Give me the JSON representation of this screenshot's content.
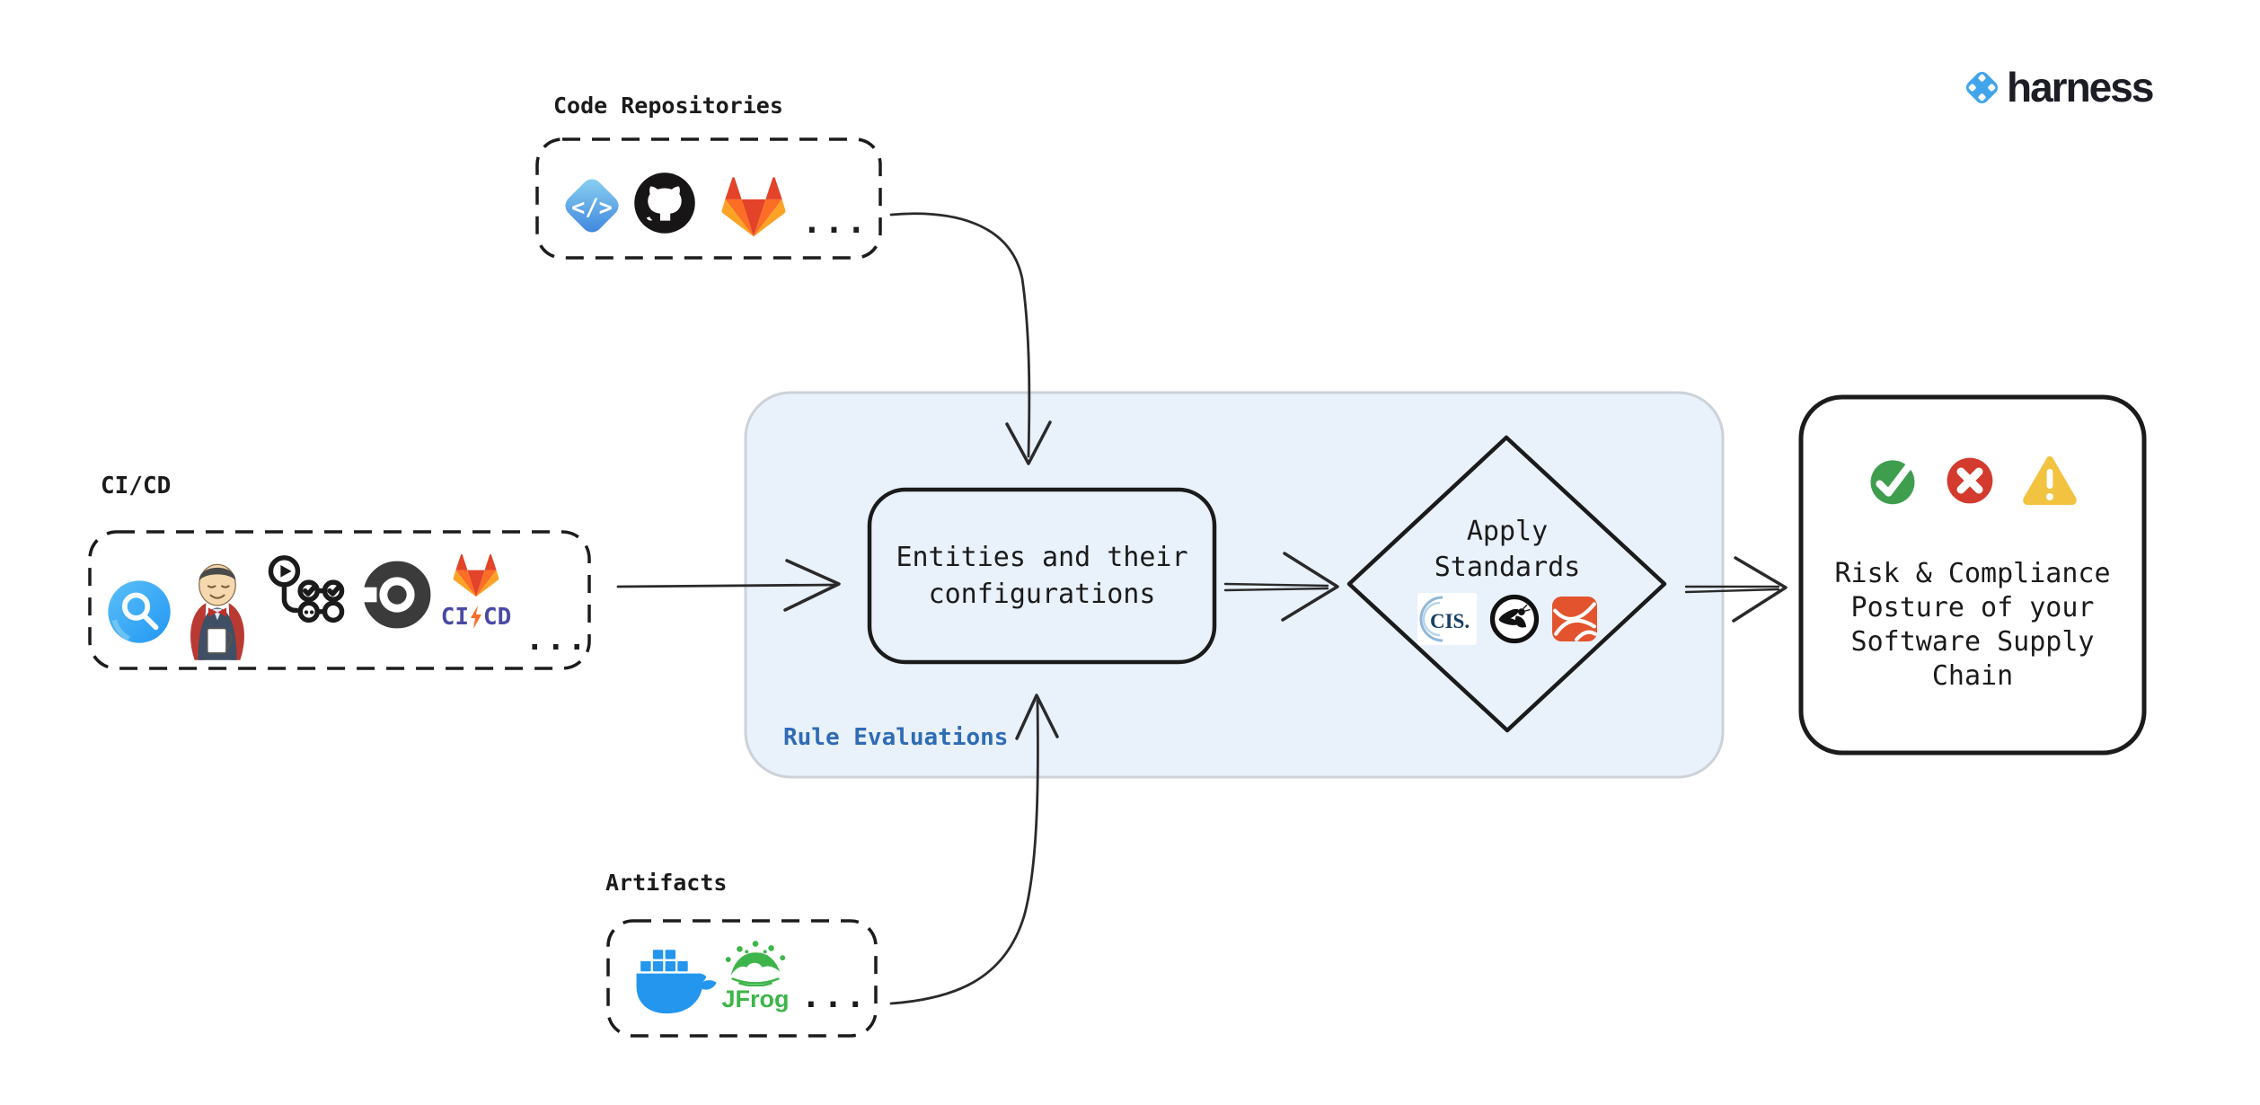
{
  "brand": {
    "name": "harness"
  },
  "groups": {
    "code_repositories": {
      "label": "Code Repositories",
      "code_glyph": "</>",
      "ellipsis": "...",
      "icons": [
        "harness-code",
        "github",
        "gitlab"
      ]
    },
    "cicd": {
      "label": "CI/CD",
      "ellipsis": "...",
      "gitlab_ci": "CI",
      "gitlab_cd": "CD",
      "icons": [
        "harness-ci",
        "jenkins",
        "pipeline-workflow",
        "circleci",
        "gitlab-cicd"
      ]
    },
    "artifacts": {
      "label": "Artifacts",
      "jfrog_word": "JFrog",
      "ellipsis": "...",
      "icons": [
        "docker",
        "jfrog"
      ]
    }
  },
  "rule_evaluations": {
    "label": "Rule Evaluations",
    "entities": {
      "line1": "Entities and their",
      "line2": "configurations"
    },
    "diamond": {
      "line1": "Apply",
      "line2": "Standards",
      "cis_text": "CIS.",
      "icons": [
        "cis",
        "owasp",
        "orange-standard"
      ]
    }
  },
  "result": {
    "lines": [
      "Risk & Compliance",
      "Posture of your",
      "Software Supply",
      "Chain"
    ],
    "icons": [
      "check-circle",
      "x-circle",
      "warning-triangle"
    ]
  },
  "colors": {
    "container_fill": "#e9f1fb",
    "container_border": "#cdd2d8",
    "line_ink": "#1c1c1c",
    "rule_label_blue": "#2e6cb5",
    "harness_blue": "#42a5ec",
    "success_green": "#3f9e4d",
    "error_red": "#d23b2d",
    "warning_yellow": "#f2c340",
    "docker_blue": "#2496ed",
    "jfrog_green": "#3eb54a",
    "gitlab_orange": "#fc6d26",
    "cis_navy": "#183f63"
  }
}
